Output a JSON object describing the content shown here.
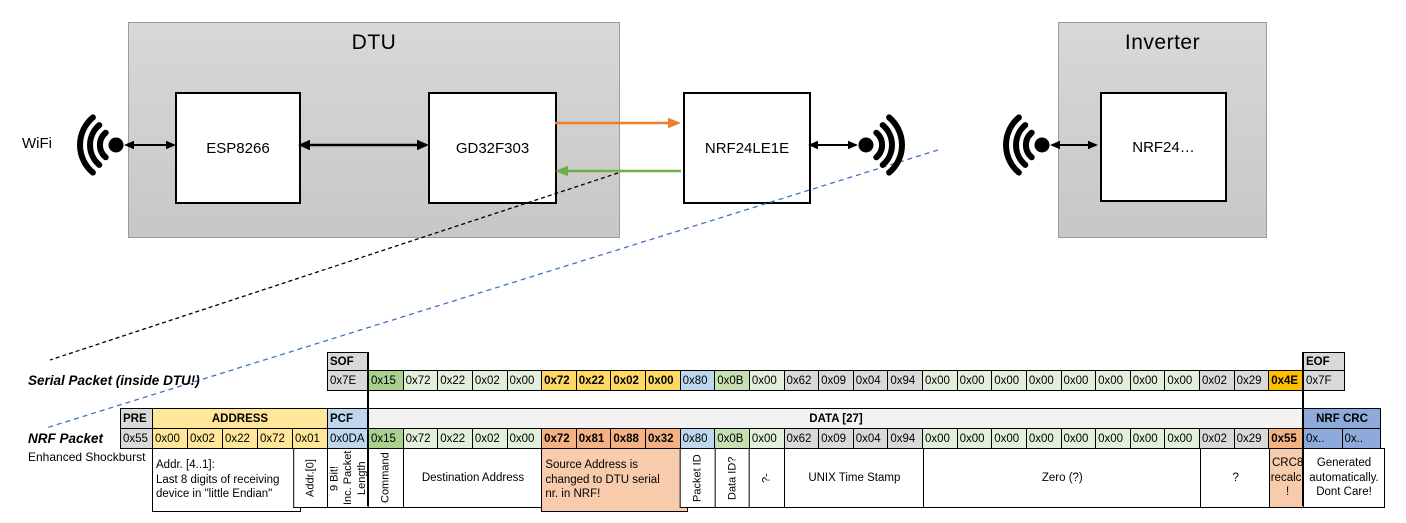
{
  "diagram": {
    "wifi_label": "WiFi",
    "dtu": {
      "title": "DTU",
      "components": [
        "ESP8266",
        "GD32F303",
        "NRF24LE1E"
      ]
    },
    "inverter": {
      "title": "Inverter",
      "component": "NRF24…"
    },
    "colors": {
      "uart_tx_arrow": "#ED7D31",
      "uart_rx_arrow": "#70AD47",
      "radio_link_dashed": "#4472C4",
      "black": "#000000"
    }
  },
  "serial_packet": {
    "label": "Serial Packet (inside DTU!)",
    "sof_header": "SOF",
    "sof_value": "0x7E",
    "eof_header": "EOF",
    "eof_value": "0x7F",
    "bytes": [
      {
        "v": "0x15",
        "c": "green-dark"
      },
      {
        "v": "0x72",
        "c": "green"
      },
      {
        "v": "0x22",
        "c": "green"
      },
      {
        "v": "0x02",
        "c": "green"
      },
      {
        "v": "0x00",
        "c": "green"
      },
      {
        "v": "0x72",
        "c": "yellow-bold",
        "bold": true
      },
      {
        "v": "0x22",
        "c": "yellow-bold",
        "bold": true
      },
      {
        "v": "0x02",
        "c": "yellow-bold",
        "bold": true
      },
      {
        "v": "0x00",
        "c": "yellow-bold",
        "bold": true
      },
      {
        "v": "0x80",
        "c": "blue"
      },
      {
        "v": "0x0B",
        "c": "green-mid"
      },
      {
        "v": "0x00",
        "c": "green"
      },
      {
        "v": "0x62",
        "c": "gray"
      },
      {
        "v": "0x09",
        "c": "gray"
      },
      {
        "v": "0x04",
        "c": "gray"
      },
      {
        "v": "0x94",
        "c": "gray"
      },
      {
        "v": "0x00",
        "c": "green"
      },
      {
        "v": "0x00",
        "c": "green"
      },
      {
        "v": "0x00",
        "c": "green"
      },
      {
        "v": "0x00",
        "c": "green"
      },
      {
        "v": "0x00",
        "c": "green"
      },
      {
        "v": "0x00",
        "c": "green"
      },
      {
        "v": "0x00",
        "c": "green"
      },
      {
        "v": "0x00",
        "c": "green"
      },
      {
        "v": "0x02",
        "c": "gray"
      },
      {
        "v": "0x29",
        "c": "gray"
      },
      {
        "v": "0x4E",
        "c": "gold",
        "bold": true
      }
    ]
  },
  "nrf_packet": {
    "label": "NRF Packet",
    "sublabel": "Enhanced Shockburst",
    "pre_header": "PRE",
    "pre_value": "0x55",
    "address_header": "ADDRESS",
    "address_values": [
      "0x00",
      "0x02",
      "0x22",
      "0x72",
      "0x01"
    ],
    "pcf_header": "PCF",
    "pcf_value": "0x0DA",
    "data_header": "DATA [27]",
    "bytes": [
      {
        "v": "0x15",
        "c": "green-dark"
      },
      {
        "v": "0x72",
        "c": "green"
      },
      {
        "v": "0x22",
        "c": "green"
      },
      {
        "v": "0x02",
        "c": "green"
      },
      {
        "v": "0x00",
        "c": "green"
      },
      {
        "v": "0x72",
        "c": "salmon",
        "bold": true
      },
      {
        "v": "0x81",
        "c": "salmon",
        "bold": true
      },
      {
        "v": "0x88",
        "c": "salmon",
        "bold": true
      },
      {
        "v": "0x32",
        "c": "salmon",
        "bold": true
      },
      {
        "v": "0x80",
        "c": "blue"
      },
      {
        "v": "0x0B",
        "c": "green-mid"
      },
      {
        "v": "0x00",
        "c": "green"
      },
      {
        "v": "0x62",
        "c": "gray"
      },
      {
        "v": "0x09",
        "c": "gray"
      },
      {
        "v": "0x04",
        "c": "gray"
      },
      {
        "v": "0x94",
        "c": "gray"
      },
      {
        "v": "0x00",
        "c": "green"
      },
      {
        "v": "0x00",
        "c": "green"
      },
      {
        "v": "0x00",
        "c": "green"
      },
      {
        "v": "0x00",
        "c": "green"
      },
      {
        "v": "0x00",
        "c": "green"
      },
      {
        "v": "0x00",
        "c": "green"
      },
      {
        "v": "0x00",
        "c": "green"
      },
      {
        "v": "0x00",
        "c": "green"
      },
      {
        "v": "0x02",
        "c": "gray"
      },
      {
        "v": "0x29",
        "c": "gray"
      },
      {
        "v": "0x55",
        "c": "salmon",
        "bold": true
      }
    ],
    "crc_header": "NRF CRC",
    "crc_values": [
      "0x..",
      "0x.."
    ]
  },
  "annotations": {
    "items": [
      {
        "text": "Addr. [4..1]:\nLast 8 digits of receiving\ndevice in \"little Endian\"",
        "region": "addr",
        "from": 0,
        "to": 3,
        "align": "left"
      },
      {
        "text": "Addr.[0]",
        "region": "addr",
        "from": 4,
        "to": 4,
        "vertical": true
      },
      {
        "text": "9 Bit!\nInc. Packet\nLength",
        "region": "pcf",
        "vertical": true
      },
      {
        "text": "Command",
        "region": "data",
        "from": 0,
        "to": 0,
        "vertical": true
      },
      {
        "text": "Destination Address",
        "region": "data",
        "from": 1,
        "to": 4
      },
      {
        "text": "Source Address is\nchanged to DTU serial\nnr. in NRF!",
        "region": "data",
        "from": 5,
        "to": 8,
        "bg": "salmon-light",
        "align": "left"
      },
      {
        "text": "Packet ID",
        "region": "data",
        "from": 9,
        "to": 9,
        "vertical": true
      },
      {
        "text": "Data ID?",
        "region": "data",
        "from": 10,
        "to": 10,
        "vertical": true
      },
      {
        "text": "?-",
        "region": "data",
        "from": 11,
        "to": 11,
        "vertical": true
      },
      {
        "text": "UNIX Time Stamp",
        "region": "data",
        "from": 12,
        "to": 15
      },
      {
        "text": "Zero (?)",
        "region": "data",
        "from": 16,
        "to": 23
      },
      {
        "text": "?",
        "region": "data",
        "from": 24,
        "to": 25
      },
      {
        "text": "CRC8\nrecalc.\n!",
        "region": "data",
        "from": 26,
        "to": 26,
        "bg": "salmon-light"
      },
      {
        "text": "Generated\nautomatically.\nDont Care!",
        "region": "crc"
      }
    ]
  }
}
